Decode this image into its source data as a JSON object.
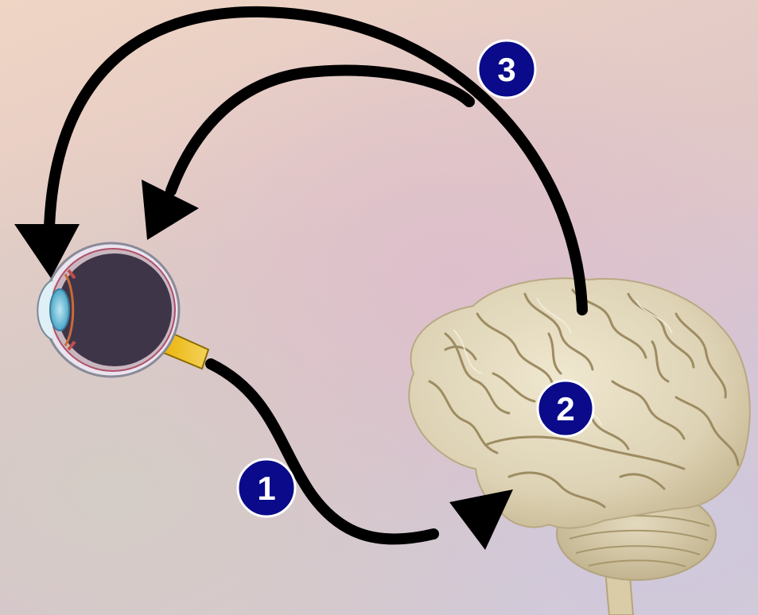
{
  "diagram": {
    "steps": [
      {
        "label": "1"
      },
      {
        "label": "2"
      },
      {
        "label": "3"
      }
    ],
    "colors": {
      "badge_fill": "#0a0a8a",
      "arrow": "#000000",
      "brain": "#ddd2b4",
      "eye_interior": "#3f3548"
    }
  }
}
